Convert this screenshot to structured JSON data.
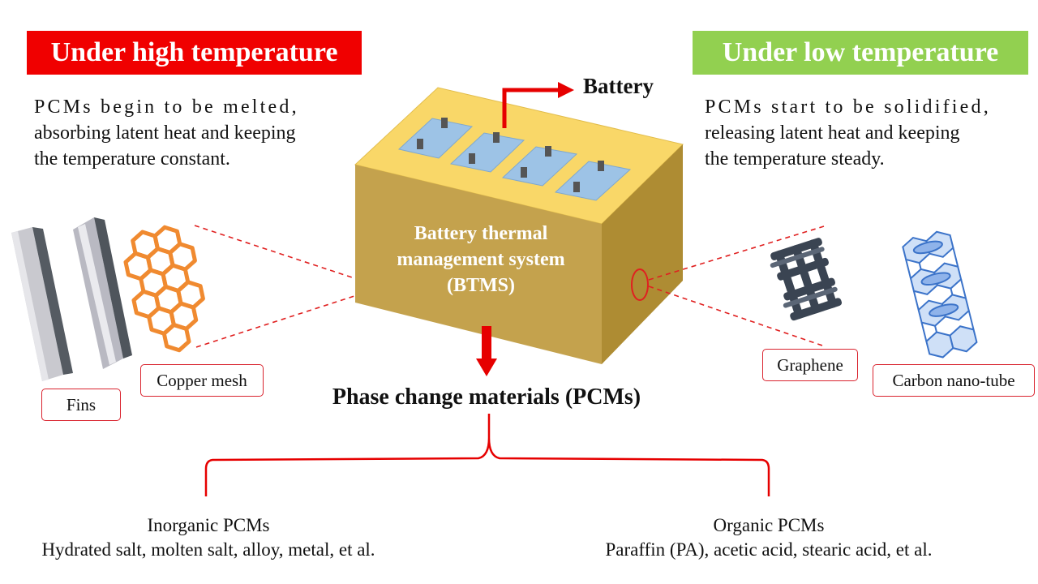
{
  "high_temperature": {
    "heading": "Under high temperature",
    "lines": [
      "PCMs begin to be melted,",
      "absorbing latent heat and keeping",
      "the temperature constant."
    ]
  },
  "low_temperature": {
    "heading": "Under low temperature",
    "lines": [
      "PCMs start to be solidified,",
      "releasing latent heat and keeping",
      "the temperature steady."
    ]
  },
  "battery_label": "Battery",
  "btms_label": [
    "Battery thermal",
    "management system",
    "(BTMS)"
  ],
  "pcm_title": "Phase change materials (PCMs)",
  "material_labels": {
    "fins": "Fins",
    "copper_mesh": "Copper mesh",
    "graphene": "Graphene",
    "carbon_nanotube": "Carbon nano-tube"
  },
  "inorganic": {
    "title": "Inorganic PCMs",
    "examples": "Hydrated salt, molten salt, alloy, metal, et al."
  },
  "organic": {
    "title": "Organic PCMs",
    "examples": "Paraffin (PA), acetic acid, stearic acid, et al."
  },
  "colors": {
    "high_banner": "#f00000",
    "low_banner": "#92d050",
    "accent_red": "#e60000",
    "box_top": "#f9d768",
    "box_front": "#c4a24d",
    "box_side": "#ae8c33",
    "battery_cell": "#9dc3e6"
  }
}
